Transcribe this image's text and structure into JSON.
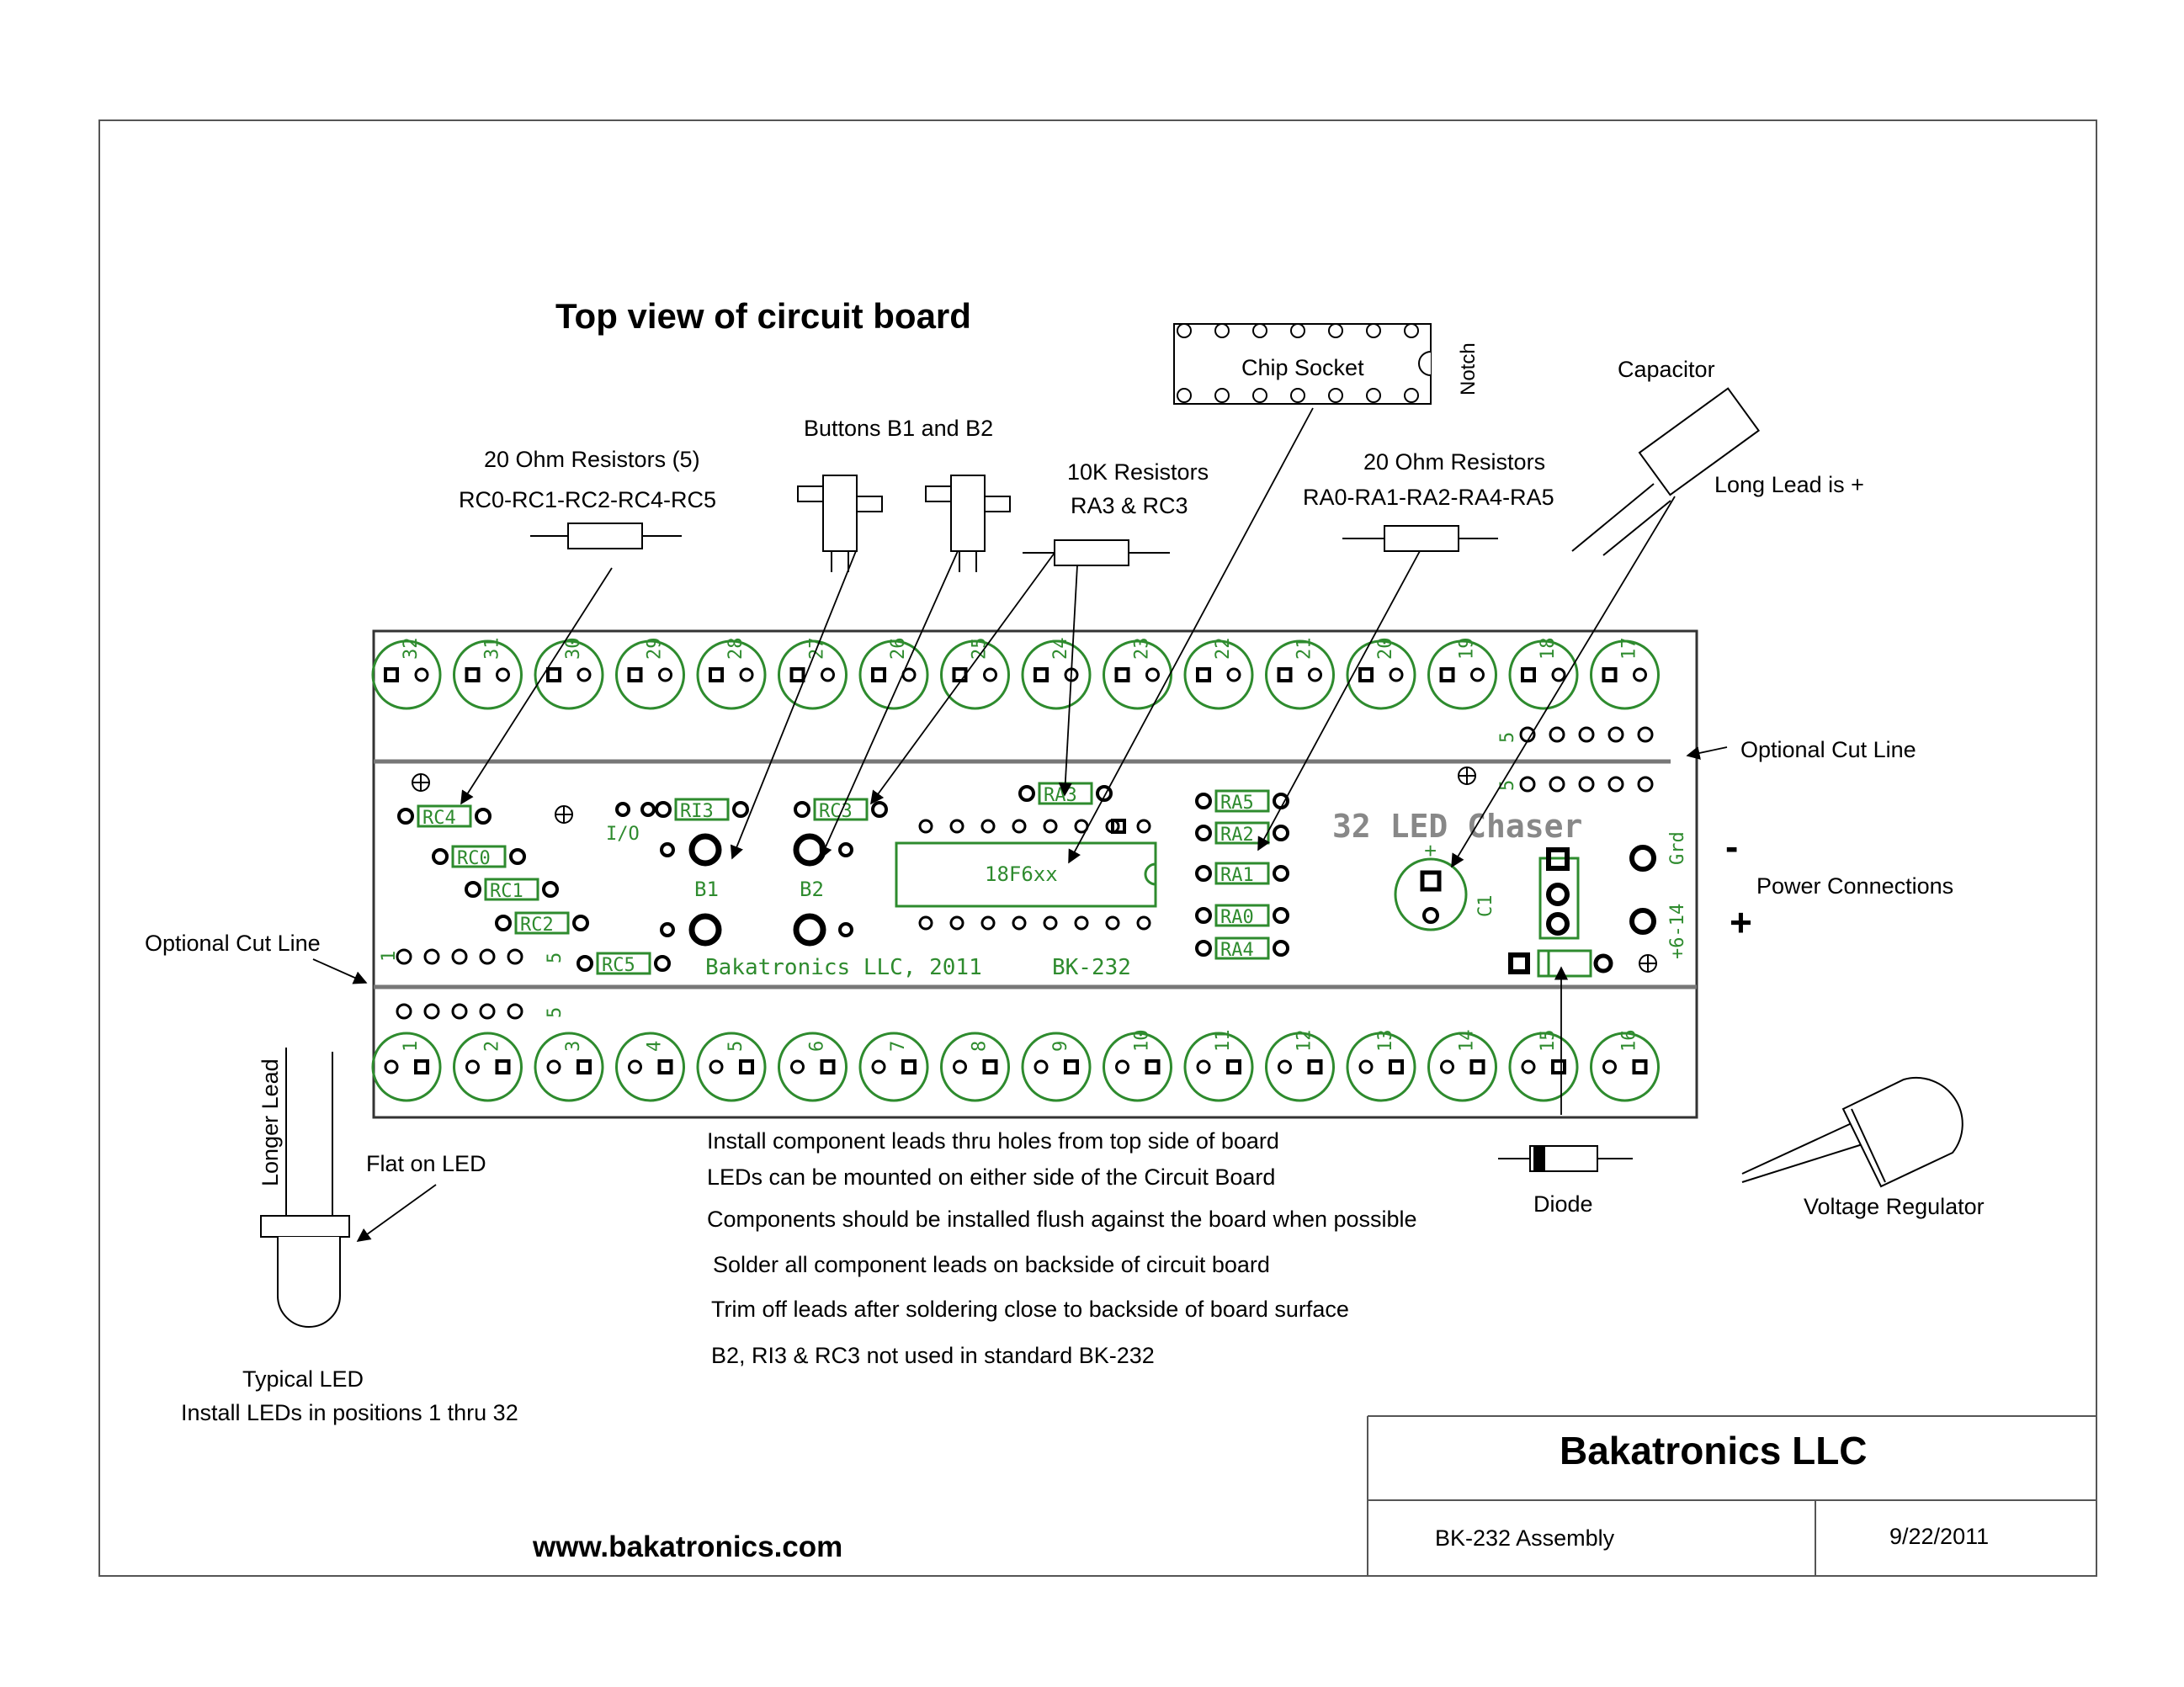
{
  "title": "Top view of circuit board",
  "labels": {
    "resistors20_left_1": "20 Ohm Resistors (5)",
    "resistors20_left_2": "RC0-RC1-RC2-RC4-RC5",
    "buttons": "Buttons  B1 and B2",
    "resistors10k_1": "10K Resistors",
    "resistors10k_2": "RA3 & RC3",
    "chip_socket": "Chip Socket",
    "notch": "Notch",
    "resistors20_right_1": "20 Ohm Resistors",
    "resistors20_right_2": "RA0-RA1-RA2-RA4-RA5",
    "capacitor": "Capacitor",
    "long_lead": "Long Lead is +",
    "cut_line_right": "Optional Cut Line",
    "cut_line_left": "Optional Cut Line",
    "minus": "-",
    "plus": "+",
    "power": "Power Connections",
    "longer_lead": "Longer Lead",
    "flat_led": "Flat on LED",
    "typical_led_1": "Typical LED",
    "typical_led_2": "Install LEDs in positions 1 thru 32",
    "diode": "Diode",
    "voltage_regulator": "Voltage Regulator"
  },
  "board": {
    "top_leds": [
      "32",
      "31",
      "30",
      "29",
      "28",
      "27",
      "26",
      "25",
      "24",
      "23",
      "22",
      "21",
      "20",
      "19",
      "18",
      "17"
    ],
    "bottom_leds": [
      "1",
      "2",
      "3",
      "4",
      "5",
      "6",
      "7",
      "8",
      "9",
      "10",
      "11",
      "12",
      "13",
      "14",
      "15",
      "16"
    ],
    "left_resistors": [
      "RC4",
      "RC0",
      "RC1",
      "RC2",
      "RC5"
    ],
    "mid_resistors": [
      "RI3",
      "RC3"
    ],
    "top_resistor": "RA3",
    "right_resistors": [
      "RA5",
      "RA2",
      "RA1",
      "RA0",
      "RA4"
    ],
    "io_label": "I/O",
    "b1": "B1",
    "b2": "B2",
    "chip": "18F6xx",
    "name": "32 LED Chaser",
    "credit": "Bakatronics LLC, 2011",
    "model": "BK-232",
    "cap_plus": "+",
    "cap_label": "C1",
    "gnd": "Grd",
    "vin": "+6-14",
    "one": "1",
    "five": "5"
  },
  "instructions": [
    "Install component leads thru holes from top side of board",
    "LEDs can be mounted on either side of the Circuit Board",
    "Components should be installed flush against the board when possible",
    "Solder all component leads on backside of circuit board",
    "Trim off leads after soldering close to backside of board surface",
    "B2, RI3 & RC3 not used in standard BK-232"
  ],
  "title_block": {
    "company": "Bakatronics LLC",
    "drawing": "BK-232  Assembly",
    "date": "9/22/2011"
  },
  "website": "www.bakatronics.com",
  "colors": {
    "board_green": "#2e8b2e",
    "line": "#000000",
    "frame": "#555555"
  }
}
